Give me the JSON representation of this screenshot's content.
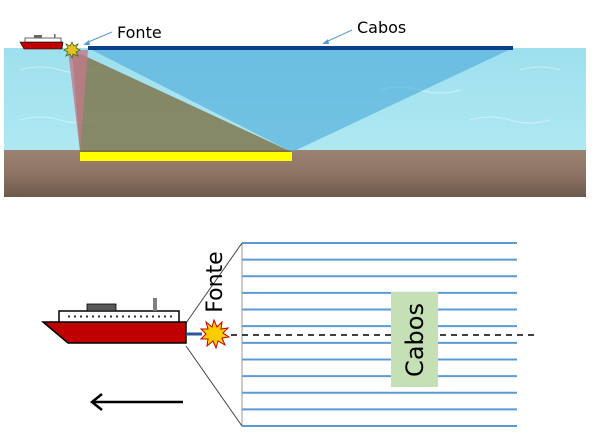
{
  "top_section": {
    "source_label": "Fonte",
    "cables_label": "Cabos"
  },
  "bottom_section": {
    "source_label": "Fonte",
    "cables_label": "Cabos",
    "streamer_count": 12,
    "direction_arrow": "arrow-left"
  },
  "colors": {
    "water": "#a8e4f0",
    "water_deep": "#5cb8e0",
    "seabed": "#8a7060",
    "cable_dark": "#0a3f8c",
    "streamer": "#5b9bd5",
    "coverage_bar": "#ffff00",
    "ship_hull": "#c00000",
    "cable_label_bg": "#c5e0b4",
    "source_burst": "#ffcc00",
    "source_burst_edge": "#c00000"
  }
}
